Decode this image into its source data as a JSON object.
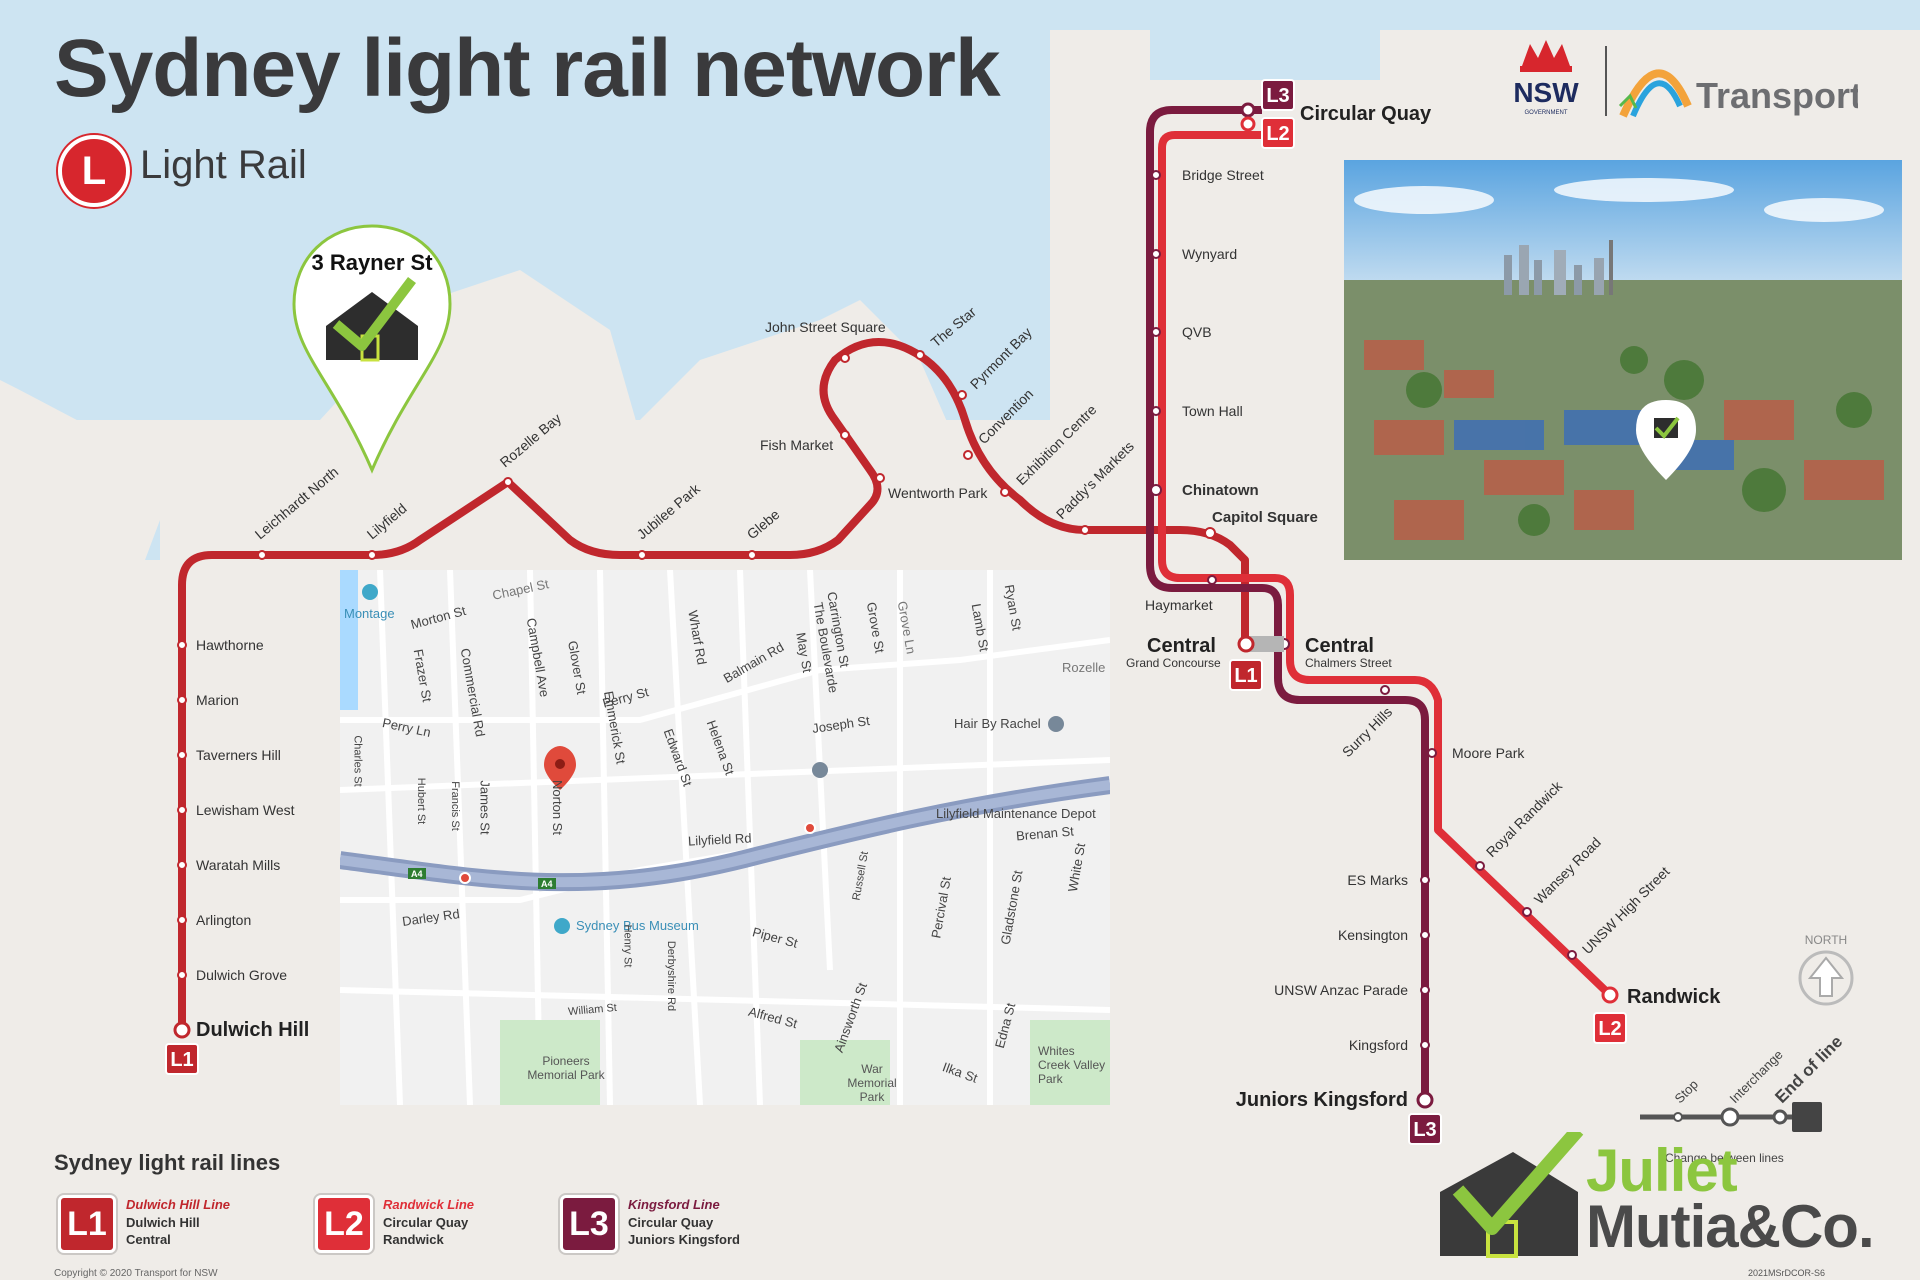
{
  "title": "Sydney light rail network",
  "mode": {
    "badge": "L",
    "label": "Light Rail"
  },
  "brand": {
    "nsw": "NSW",
    "nsw_sub": "GOVERNMENT",
    "transport": "Transport"
  },
  "callout": {
    "label": "3 Rayner St"
  },
  "colors": {
    "L1": "#c0272d",
    "L2": "#df2f38",
    "L3": "#7b1b3f",
    "water": "#cde4f2",
    "land": "#efece8"
  },
  "lines": {
    "L1": {
      "stations": [
        "Dulwich Hill",
        "Dulwich Grove",
        "Arlington",
        "Waratah Mills",
        "Lewisham West",
        "Taverners Hill",
        "Marion",
        "Hawthorne",
        "Leichhardt North",
        "Lilyfield",
        "Rozelle Bay",
        "Jubilee Park",
        "Glebe",
        "Wentworth Park",
        "Fish Market",
        "John Street Square",
        "The Star",
        "Pyrmont Bay",
        "Convention",
        "Exhibition Centre",
        "Paddy's Markets",
        "Capitol Square",
        "Central"
      ],
      "central_sub": "Grand Concourse"
    },
    "L2": {
      "stations": [
        "Circular Quay",
        "Bridge Street",
        "Wynyard",
        "QVB",
        "Town Hall",
        "Chinatown",
        "Haymarket",
        "Central",
        "Surry Hills",
        "Moore Park",
        "Royal Randwick",
        "Wansey Road",
        "UNSW High Street",
        "Randwick"
      ],
      "central_sub": "Chalmers Street"
    },
    "L3": {
      "stations": [
        "ES Marks",
        "Kensington",
        "UNSW Anzac Parade",
        "Kingsford",
        "Juniors Kingsford"
      ]
    }
  },
  "street_map": {
    "streets": [
      "Chapel St",
      "Morton St",
      "Perry Ln",
      "Frazer St",
      "Commercial Rd",
      "Campbell Ave",
      "Glover St",
      "Perry St",
      "Wharf Rd",
      "Balmain Rd",
      "May St",
      "The Boulevarde",
      "Carrington St",
      "Grove St",
      "Grove Ln",
      "Lamb St",
      "Ryan St",
      "Rozelle",
      "Joseph St",
      "Hair By Rachel",
      "Charles St",
      "Hubert St",
      "Francis St",
      "James St",
      "Norton St",
      "Emmerick St",
      "Edward St",
      "Helena St",
      "Lilyfield Rd",
      "Lilyfield Maintenance Depot",
      "Brenan St",
      "Darley Rd",
      "Sydney Bus Museum",
      "Henry St",
      "Derbyshire Rd",
      "Piper St",
      "Russell St",
      "Percival St",
      "Gladstone St",
      "White St",
      "William St",
      "Alfred St",
      "Ainsworth St",
      "Edna St",
      "Ilka St",
      "Pioneers Memorial Park",
      "War Memorial Park",
      "Whites Creek Valley Park",
      "Montage",
      "A4"
    ]
  },
  "compass": "NORTH",
  "key": {
    "stop": "Stop",
    "interchange": "Interchange",
    "end": "End of line",
    "change": "Change between lines"
  },
  "legend": {
    "title": "Sydney light rail lines",
    "items": [
      {
        "code": "L1",
        "name": "Dulwich Hill Line",
        "line1": "Dulwich Hill",
        "line2": "Central",
        "color": "#c0272d"
      },
      {
        "code": "L2",
        "name": "Randwick Line",
        "line1": "Circular Quay",
        "line2": "Randwick",
        "color": "#df2f38"
      },
      {
        "code": "L3",
        "name": "Kingsford Line",
        "line1": "Circular Quay",
        "line2": "Juniors Kingsford",
        "color": "#7b1b3f"
      }
    ]
  },
  "copyright": "Copyright © 2020 Transport for NSW",
  "doc_code": "2021MSrDCOR-S6",
  "agency": {
    "name1": "Juliet",
    "name2": "Mutia&Co."
  }
}
